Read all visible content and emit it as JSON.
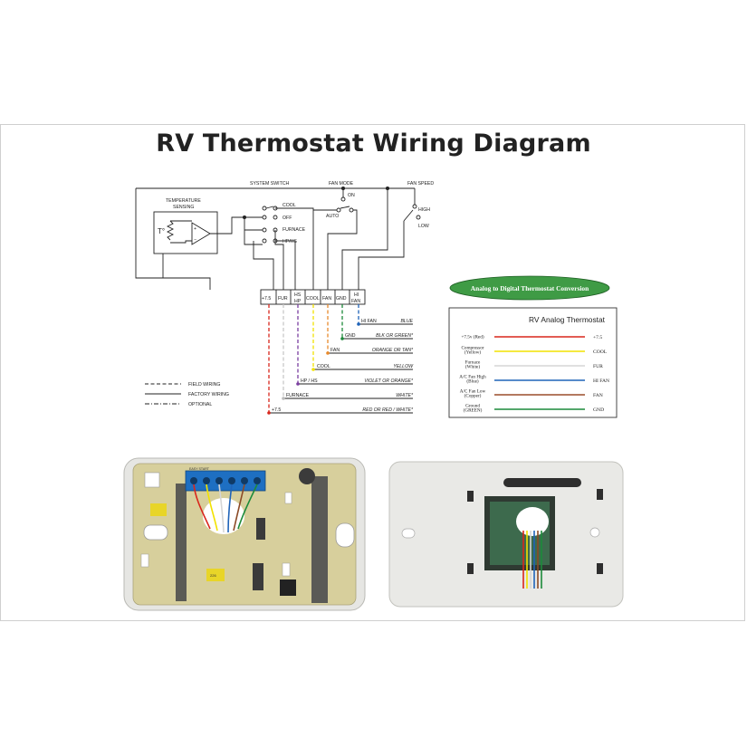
{
  "title": "RV Thermostat Wiring Diagram",
  "schematic": {
    "system_switch": "SYSTEM SWITCH",
    "fan_mode": "FAN MODE",
    "fan_speed": "FAN SPEED",
    "temp_sensing": [
      "TEMPERATURE",
      "SENSING"
    ],
    "t_symbol": "T°",
    "amp_plus": "+",
    "amp_minus": "−",
    "switch_positions": [
      "COOL",
      "OFF",
      "FURNACE",
      "HP/HS"
    ],
    "fan_on": "ON",
    "fan_auto": "AUTO",
    "speed_high": "HIGH",
    "speed_low": "LOW",
    "terminals": [
      {
        "label": "+7.5"
      },
      {
        "label": "FUR"
      },
      {
        "label": "HS",
        "label2": "HP"
      },
      {
        "label": "COOL"
      },
      {
        "label": "FAN"
      },
      {
        "label": "GND"
      },
      {
        "label": "HI",
        "label2": "FAN"
      }
    ],
    "wire_labels": [
      {
        "tag": "HI FAN",
        "name": "BLUE"
      },
      {
        "tag": "GND",
        "name": "BLK OR GREEN*"
      },
      {
        "tag": "FAN",
        "name": "ORANGE OR TAN*"
      },
      {
        "tag": "COOL",
        "name": "YELLOW"
      },
      {
        "tag": "HP / HS",
        "name": "VIOLET OR ORANGE*"
      },
      {
        "tag": "FURNACE",
        "name": "WHITE*"
      },
      {
        "tag": "+7.5",
        "name": "RED OR RED / WHITE*"
      }
    ],
    "legend": [
      "FIELD WIRING",
      "FACTORY WIRING",
      "OPTIONAL"
    ]
  },
  "conversion": {
    "badge": "Analog to Digital Thermostat Conversion",
    "box_title": "RV Analog Thermostat",
    "rows": [
      {
        "left": [
          "+7.5v (Red)"
        ],
        "right": "+7.5",
        "color": "#d9261c"
      },
      {
        "left": [
          "Compressor",
          "(Yellow)"
        ],
        "right": "COOL",
        "color": "#f2e200"
      },
      {
        "left": [
          "Furnace",
          "(White)"
        ],
        "right": "FUR",
        "color": "#d6d6d6"
      },
      {
        "left": [
          "A/C Fan High",
          "(Blue)"
        ],
        "right": "HI FAN",
        "color": "#1f63b8"
      },
      {
        "left": [
          "A/C Fan Low",
          "(Copper)"
        ],
        "right": "FAN",
        "color": "#9a4d2a"
      },
      {
        "left": [
          "Ground",
          "(GREEN)"
        ],
        "right": "GND",
        "color": "#1c8a3a"
      }
    ]
  },
  "photos": {
    "board_label": "EASY START",
    "component_label": "226"
  },
  "colors": {
    "red": "#d9261c",
    "white_wire": "#cfcfcf",
    "yellow": "#f2e200",
    "blue": "#1f63b8",
    "green": "#1c8a3a",
    "orange": "#e88a2c",
    "badge_green": "#3f9b45"
  }
}
